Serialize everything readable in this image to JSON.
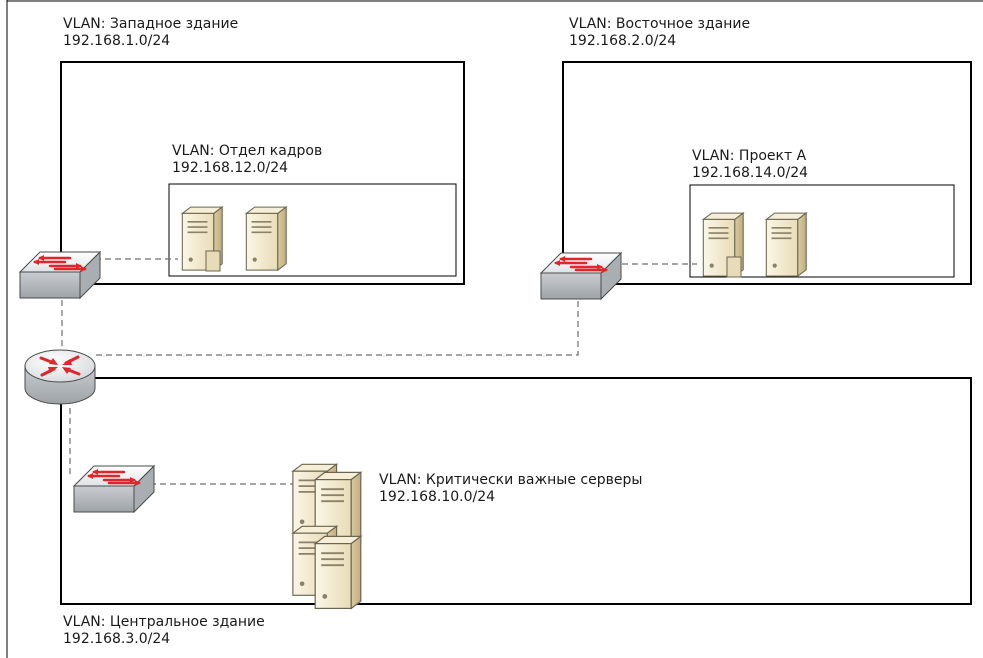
{
  "vlans": {
    "west": {
      "name": "VLAN: Западное здание",
      "subnet": "192.168.1.0/24"
    },
    "east": {
      "name": "VLAN: Восточное здание",
      "subnet": "192.168.2.0/24"
    },
    "hr": {
      "name": "VLAN: Отдел кадров",
      "subnet": "192.168.12.0/24"
    },
    "project_a": {
      "name": "VLAN: Проект А",
      "subnet": "192.168.14.0/24"
    },
    "critical": {
      "name": "VLAN: Критически важные серверы",
      "subnet": "192.168.10.0/24"
    },
    "central": {
      "name": "VLAN: Центральное здание",
      "subnet": "192.168.3.0/24"
    }
  },
  "icons": {
    "router": "router-icon",
    "switch": "switch-icon",
    "server": "server-icon"
  },
  "colors": {
    "arrow": "#e0252b",
    "device_body": "#d9dcdf",
    "server_body": "#efe4c6",
    "line": "#000000",
    "link": "#6f6f6f"
  }
}
